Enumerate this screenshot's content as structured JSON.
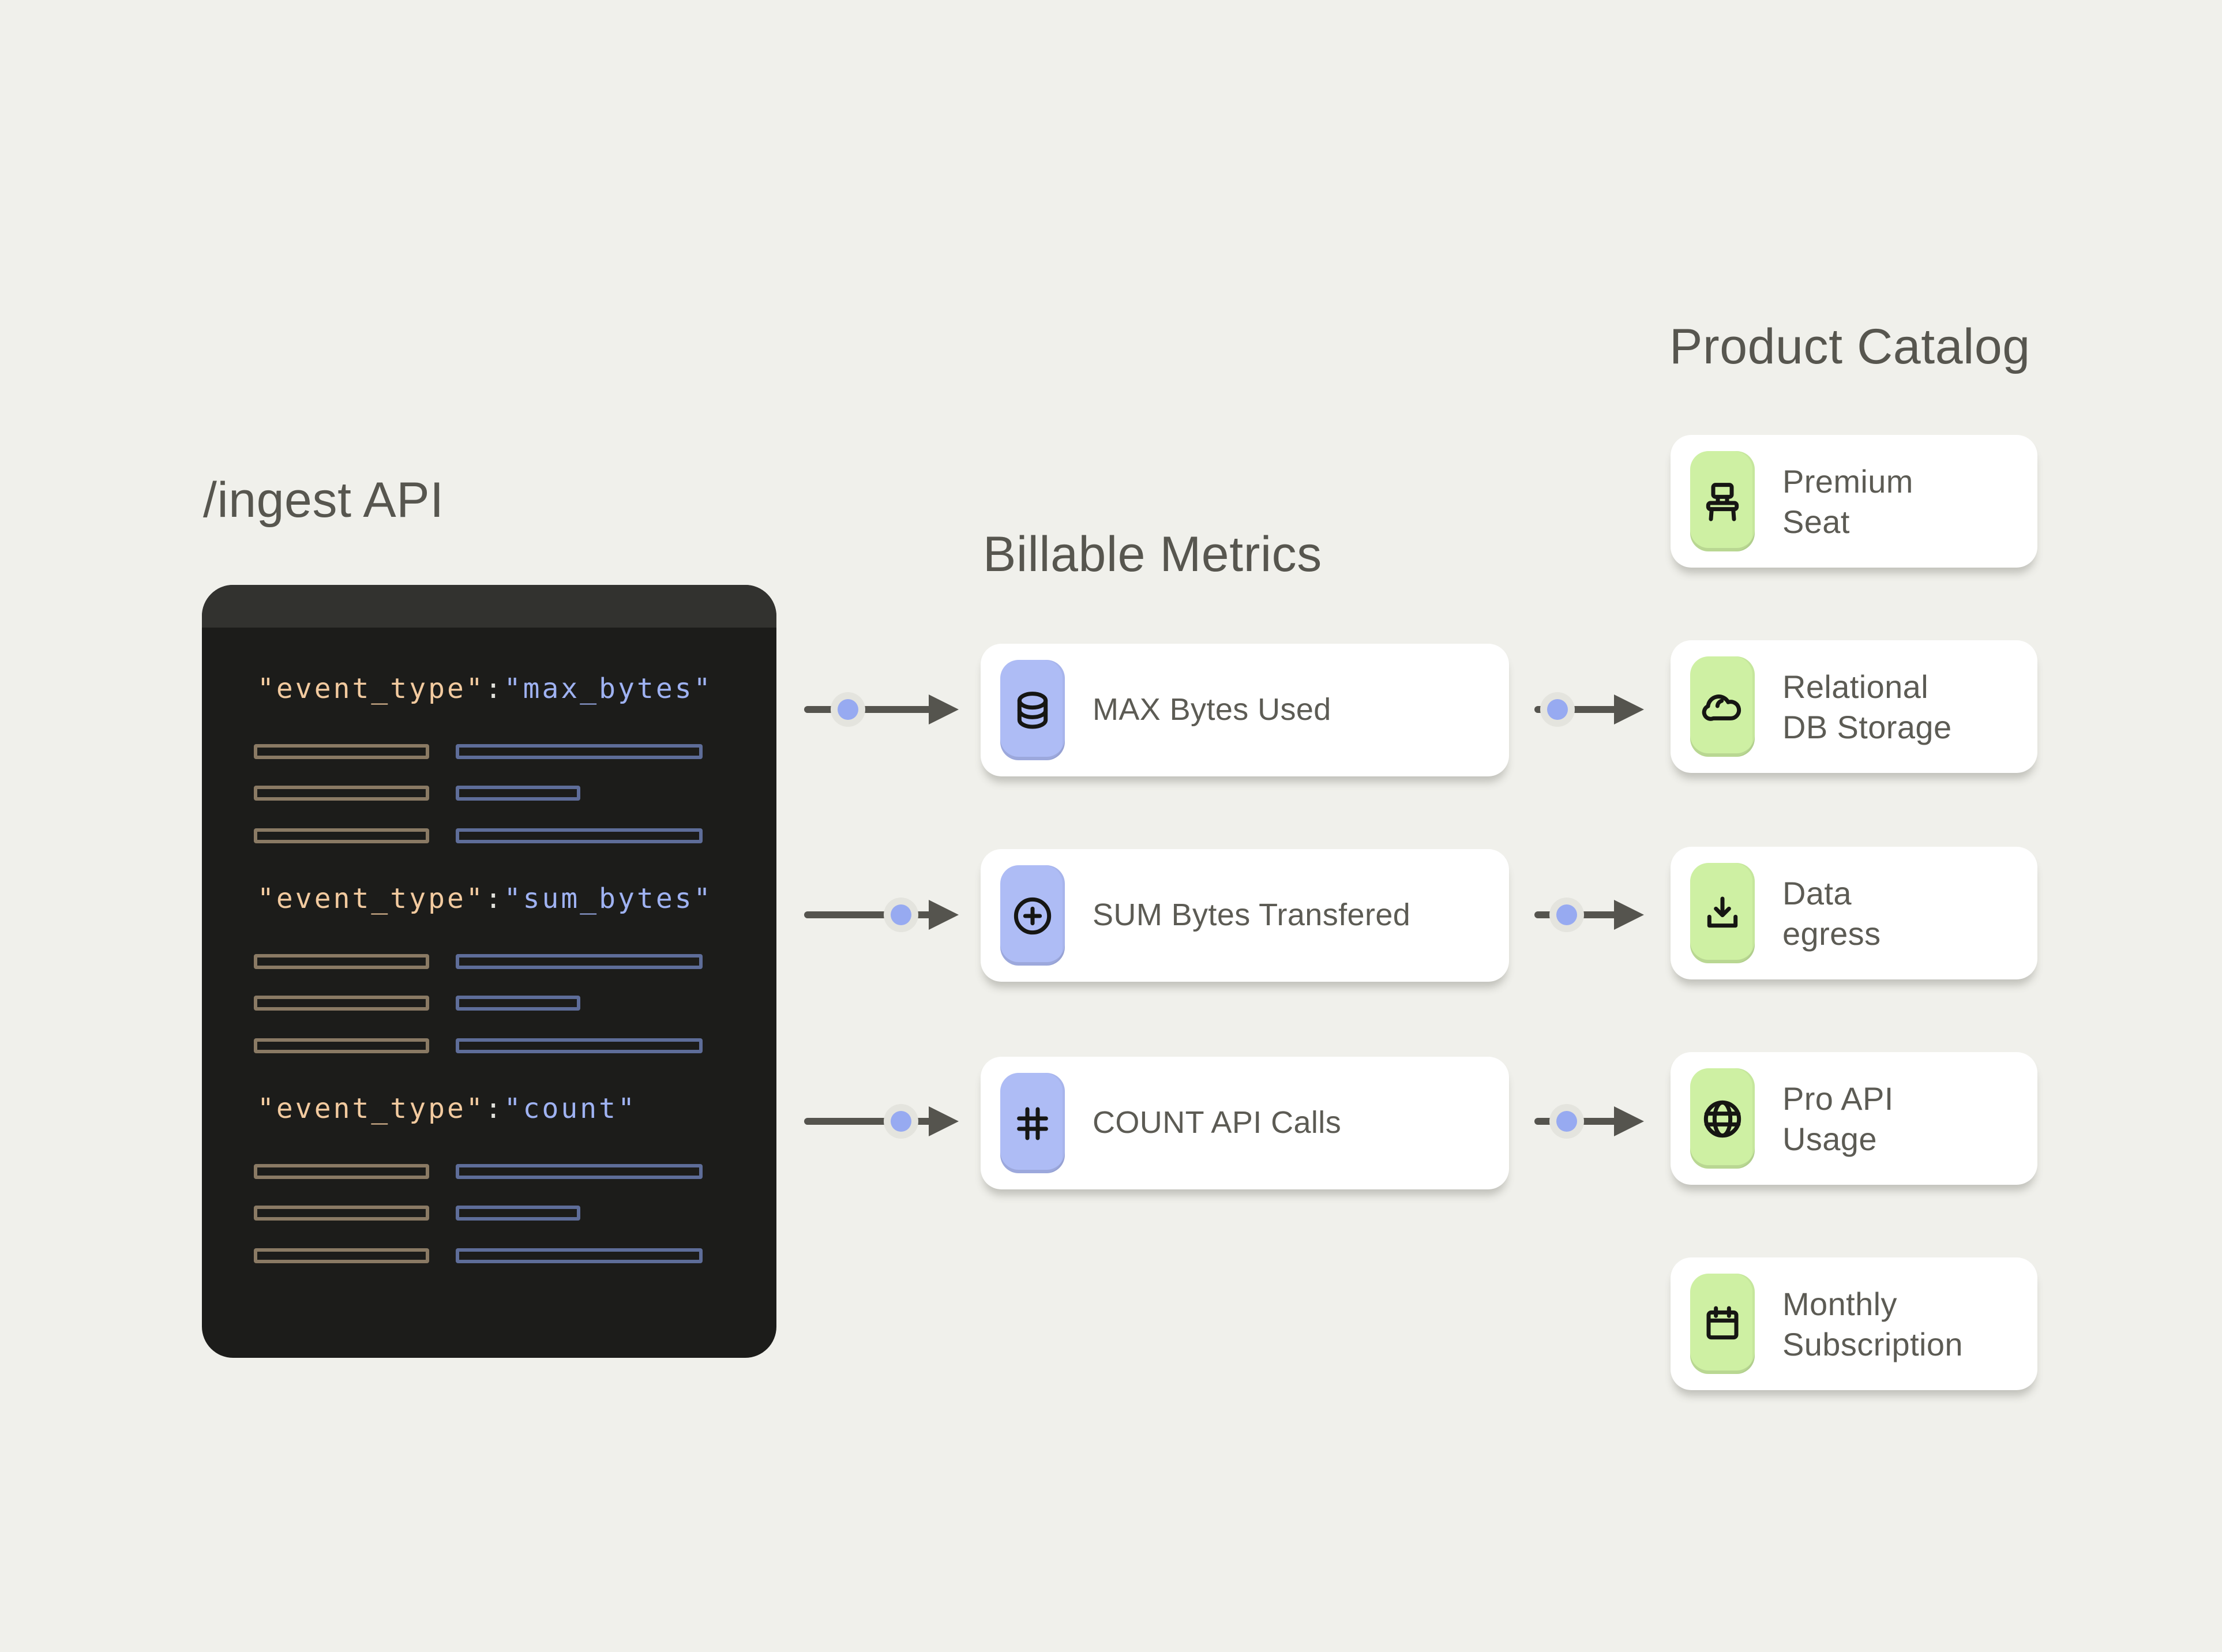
{
  "page": {
    "background": "#F0F0EB"
  },
  "ingest": {
    "title": "/ingest API",
    "code_lines": [
      {
        "key": "\"event_type\"",
        "separator": ":",
        "value": "\"max_bytes\""
      },
      {
        "key": "\"event_type\"",
        "separator": ":",
        "value": "\"sum_bytes\""
      },
      {
        "key": "\"event_type\"",
        "separator": ":",
        "value": "\"count\""
      }
    ]
  },
  "billable_metrics": {
    "title": "Billable Metrics",
    "cards": [
      {
        "label": "MAX Bytes Used",
        "icon": "database-icon"
      },
      {
        "label": "SUM Bytes Transfered",
        "icon": "plus-circle-icon"
      },
      {
        "label": "COUNT API Calls",
        "icon": "hash-icon"
      }
    ]
  },
  "product_catalog": {
    "title": "Product Catalog",
    "cards": [
      {
        "line1": "Premium",
        "line2": "Seat",
        "icon": "chair-icon"
      },
      {
        "line1": "Relational",
        "line2": "DB Storage",
        "icon": "cloud-icon"
      },
      {
        "line1": "Data",
        "line2": "egress",
        "icon": "download-icon"
      },
      {
        "line1": "Pro API",
        "line2": "Usage",
        "icon": "globe-icon"
      },
      {
        "line1": "Monthly",
        "line2": "Subscription",
        "icon": "calendar-icon"
      }
    ]
  },
  "colors": {
    "background": "#F0F0EB",
    "panel_titlebar": "#32322F",
    "panel_body": "#1C1C1A",
    "code_key": "#F2CA9F",
    "code_value": "#9FB2F2",
    "placeholder_tan_border": "#8A7A64",
    "placeholder_blue_border": "#5E6D99",
    "metric_chip": "#AEBCF5",
    "catalog_chip": "#CEF0A3",
    "arrow": "#55544E",
    "flow_dot": "#97AAF1",
    "heading_text": "#57564F",
    "card_text": "#5C5B54",
    "card_background": "#FFFFFF"
  }
}
